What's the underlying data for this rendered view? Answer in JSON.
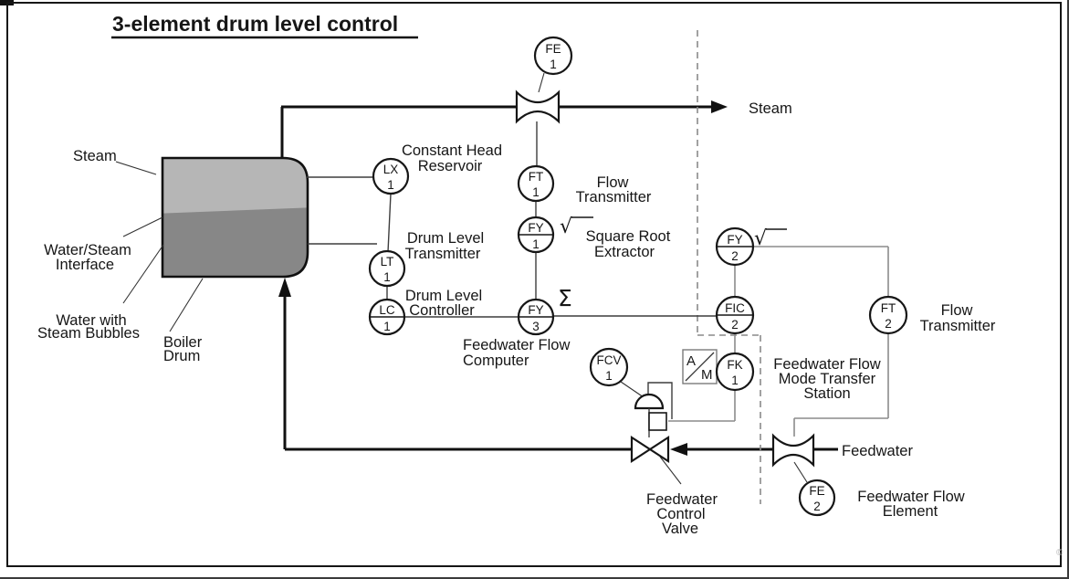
{
  "title": "3-element drum level control",
  "watermark": "©",
  "drum_labels": {
    "steam": "Steam",
    "interface": [
      "Water/Steam",
      "Interface"
    ],
    "bubbles": [
      "Water with",
      "Steam Bubbles"
    ],
    "boiler": [
      "Boiler",
      "Drum"
    ]
  },
  "streams": {
    "steam_out": "Steam",
    "feedwater_in": "Feedwater"
  },
  "instruments": {
    "fe1": {
      "tag": "FE",
      "num": "1"
    },
    "ft1": {
      "tag": "FT",
      "num": "1"
    },
    "fy1": {
      "tag": "FY",
      "num": "1"
    },
    "fy3": {
      "tag": "FY",
      "num": "3"
    },
    "lx1": {
      "tag": "LX",
      "num": "1"
    },
    "lt1": {
      "tag": "LT",
      "num": "1"
    },
    "lc1": {
      "tag": "LC",
      "num": "1"
    },
    "fcv1": {
      "tag": "FCV",
      "num": "1"
    },
    "fy2": {
      "tag": "FY",
      "num": "2"
    },
    "fic2": {
      "tag": "FIC",
      "num": "2"
    },
    "fk1": {
      "tag": "FK",
      "num": "1"
    },
    "ft2": {
      "tag": "FT",
      "num": "2"
    },
    "fe2": {
      "tag": "FE",
      "num": "2"
    }
  },
  "annotations": {
    "constant_head": [
      "Constant Head",
      "Reservoir"
    ],
    "flow_transmitter1": [
      "Flow",
      "Transmitter"
    ],
    "square_root_extractor": [
      "Square Root",
      "Extractor"
    ],
    "drum_level_transmitter": [
      "Drum Level",
      "Transmitter"
    ],
    "drum_level_controller": [
      "Drum Level",
      "Controller"
    ],
    "feedwater_flow_computer": [
      "Feedwater Flow",
      "Computer"
    ],
    "mode_transfer_station": [
      "Feedwater Flow",
      "Mode Transfer",
      "Station"
    ],
    "flow_transmitter2": [
      "Flow",
      "Transmitter"
    ],
    "feedwater_flow_element": [
      "Feedwater Flow",
      "Element"
    ],
    "feedwater_control_valve": [
      "Feedwater",
      "Control",
      "Valve"
    ]
  },
  "symbols": {
    "sum": "Σ",
    "sqrt": "√",
    "auto": "A",
    "manual": "M"
  }
}
